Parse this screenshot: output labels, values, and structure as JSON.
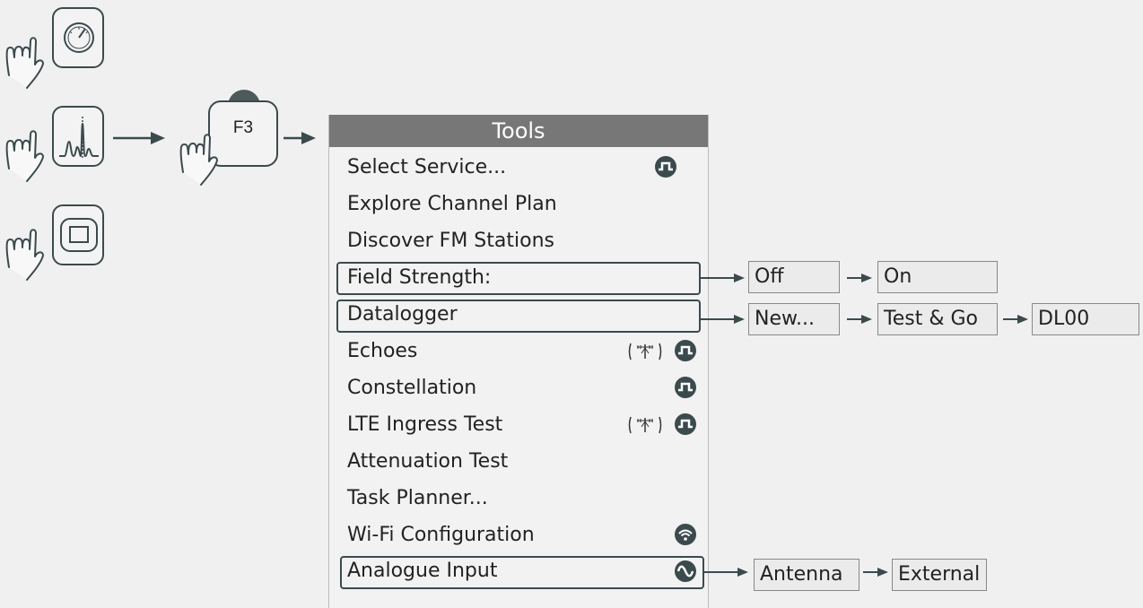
{
  "f3_key": {
    "label": "F3"
  },
  "menu": {
    "title": "Tools",
    "items": [
      {
        "label": "Select Service...",
        "icon": "signal-pulse-icon"
      },
      {
        "label": "Explore Channel Plan"
      },
      {
        "label": "Discover FM Stations"
      },
      {
        "label": "Field Strength:",
        "boxed": true
      },
      {
        "label": "Datalogger",
        "boxed": true
      },
      {
        "label": "Echoes",
        "icon": "signal-pulse-icon",
        "extra_icon": "antenna-icon"
      },
      {
        "label": "Constellation",
        "icon": "signal-pulse-icon"
      },
      {
        "label": "LTE Ingress Test",
        "icon": "signal-pulse-icon",
        "extra_icon": "antenna-icon"
      },
      {
        "label": "Attenuation Test"
      },
      {
        "label": "Task Planner..."
      },
      {
        "label": "Wi-Fi Configuration",
        "icon": "wifi-icon"
      },
      {
        "label": "Analogue Input",
        "boxed": true,
        "icon": "sine-wave-icon"
      }
    ]
  },
  "options": {
    "field_strength": [
      "Off",
      "On"
    ],
    "datalogger": [
      "New...",
      "Test & Go",
      "DL00"
    ],
    "analogue_input": [
      "Antenna",
      "External"
    ]
  },
  "colors": {
    "outline": "#3b4a4d",
    "title_bar": "#777777",
    "icon_fill": "#3b4a4d"
  }
}
